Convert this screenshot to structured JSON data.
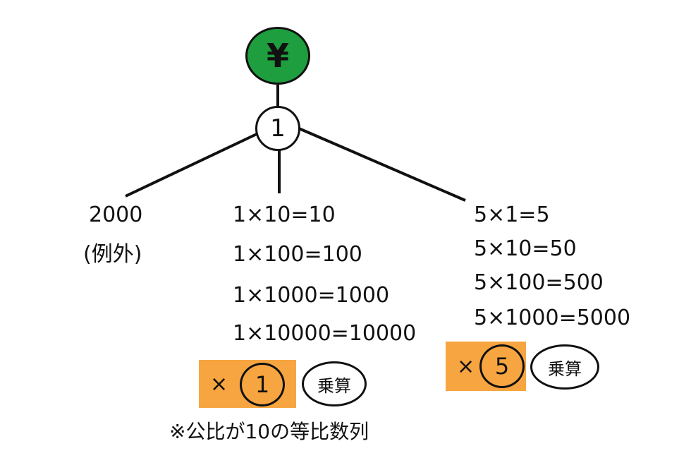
{
  "root": {
    "symbol": "¥",
    "color": "#1e9e3e"
  },
  "branch_node": {
    "label": "1"
  },
  "left_branch": {
    "value": "2000",
    "note": "(例外)"
  },
  "middle_branch": {
    "equations": [
      "1×10=10",
      "1×100=100",
      "1×1000=1000",
      "1×10000=10000"
    ],
    "badge": {
      "times": "×",
      "factor": "1"
    },
    "operation": "乗算"
  },
  "right_branch": {
    "equations": [
      "5×1=5",
      "5×10=50",
      "5×100=500",
      "5×1000=5000"
    ],
    "badge": {
      "times": "×",
      "factor": "5"
    },
    "operation": "乗算"
  },
  "footnote": "※公比が10の等比数列",
  "colors": {
    "highlight": "#f7a540",
    "root_fill": "#1e9e3e",
    "stroke": "#111111"
  }
}
